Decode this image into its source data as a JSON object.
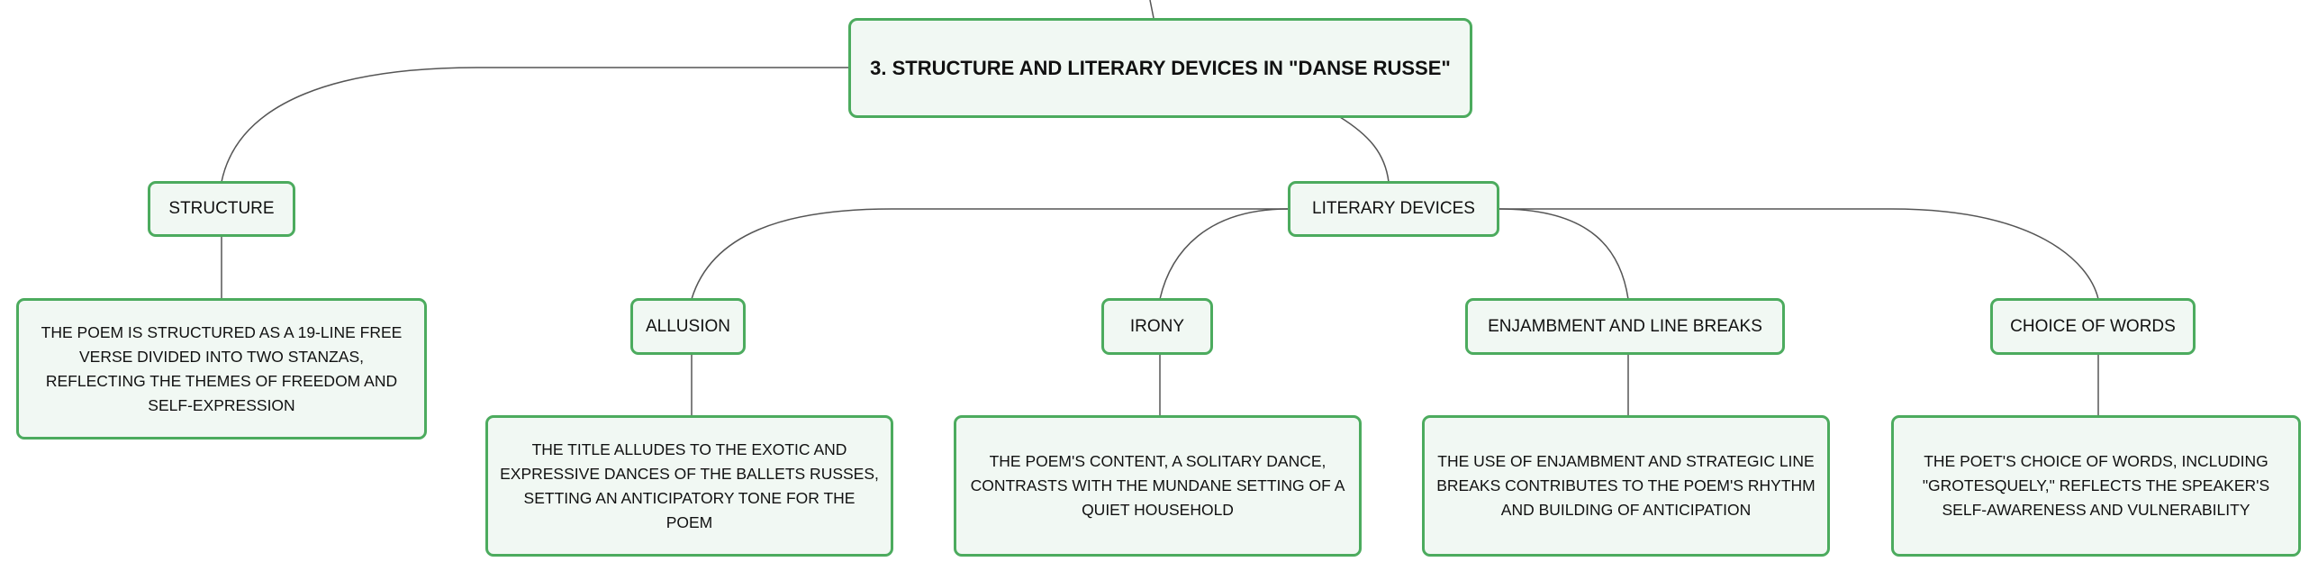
{
  "diagram": {
    "root": "3. STRUCTURE AND LITERARY DEVICES IN \"DANSE RUSSE\"",
    "branches": {
      "structure": {
        "label": "STRUCTURE",
        "detail": "THE POEM IS STRUCTURED AS A 19-LINE FREE VERSE DIVIDED INTO TWO STANZAS, REFLECTING THE THEMES OF FREEDOM AND SELF-EXPRESSION"
      },
      "literary_devices": {
        "label": "LITERARY DEVICES",
        "children": {
          "allusion": {
            "label": "ALLUSION",
            "detail": "THE TITLE ALLUDES TO THE EXOTIC AND EXPRESSIVE DANCES OF THE BALLETS RUSSES, SETTING AN ANTICIPATORY TONE FOR THE POEM"
          },
          "irony": {
            "label": "IRONY",
            "detail": "THE POEM'S CONTENT, A SOLITARY DANCE, CONTRASTS WITH THE MUNDANE SETTING OF A QUIET HOUSEHOLD"
          },
          "enjambment": {
            "label": "ENJAMBMENT AND LINE BREAKS",
            "detail": "THE USE OF ENJAMBMENT AND STRATEGIC LINE BREAKS CONTRIBUTES TO THE POEM'S RHYTHM AND BUILDING OF ANTICIPATION"
          },
          "choice_of_words": {
            "label": "CHOICE OF WORDS",
            "detail": "THE POET'S CHOICE OF WORDS, INCLUDING \"GROTESQUELY,\" REFLECTS THE SPEAKER'S SELF-AWARENESS AND VULNERABILITY"
          }
        }
      }
    }
  },
  "colors": {
    "node_border": "#4cab5e",
    "node_fill": "#f1f8f3",
    "connector": "#555555",
    "text": "#111111"
  }
}
